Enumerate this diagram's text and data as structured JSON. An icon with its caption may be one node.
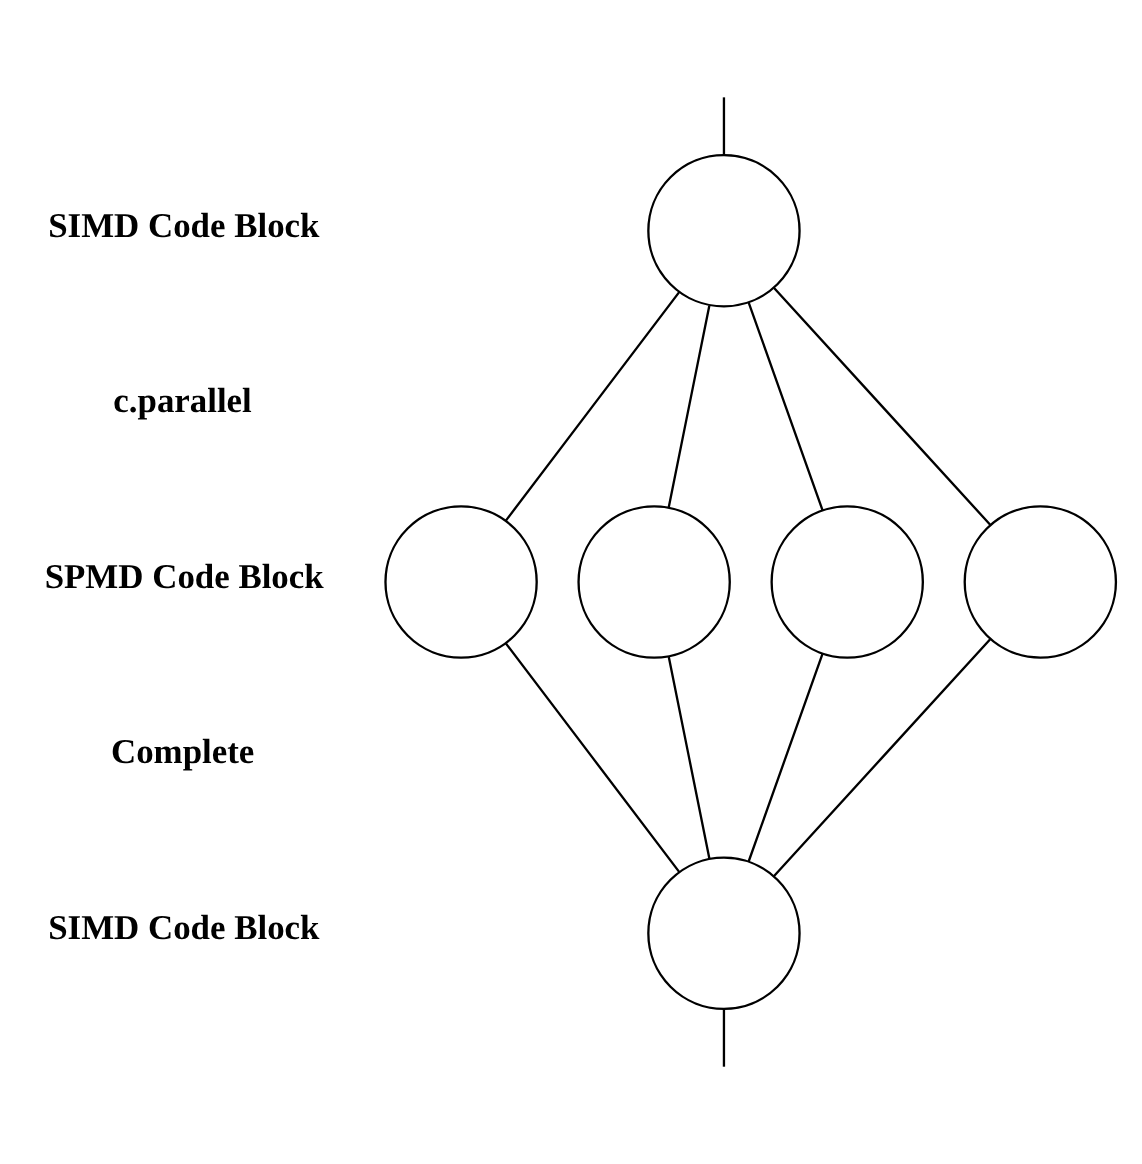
{
  "diagram": {
    "nodes": [
      {
        "text": [],
        "shape": "circle"
      },
      {
        "text": [],
        "shape": "circle"
      },
      {
        "text": [],
        "shape": "circle"
      },
      {
        "text": [],
        "shape": "circle"
      },
      {
        "text": [],
        "shape": "circle"
      },
      {
        "text": [],
        "shape": "circle"
      }
    ],
    "edges": [
      {
        "from": null,
        "to": 0,
        "arrow": "none"
      },
      {
        "from": 0,
        "to": 1,
        "arrow": "none"
      },
      {
        "from": 0,
        "to": 2,
        "arrow": "none"
      },
      {
        "from": 0,
        "to": 3,
        "arrow": "none"
      },
      {
        "from": 0,
        "to": 4,
        "arrow": "none"
      },
      {
        "from": 1,
        "to": 5,
        "arrow": "none"
      },
      {
        "from": 2,
        "to": 5,
        "arrow": "none"
      },
      {
        "from": 3,
        "to": 5,
        "arrow": "none"
      },
      {
        "from": 4,
        "to": 5,
        "arrow": "none"
      },
      {
        "from": 5,
        "to": null,
        "arrow": "none"
      }
    ],
    "labels": [
      "SIMD Code Block",
      "c.parallel",
      "SPMD Code Block",
      "Complete",
      "SIMD Code Block"
    ]
  }
}
